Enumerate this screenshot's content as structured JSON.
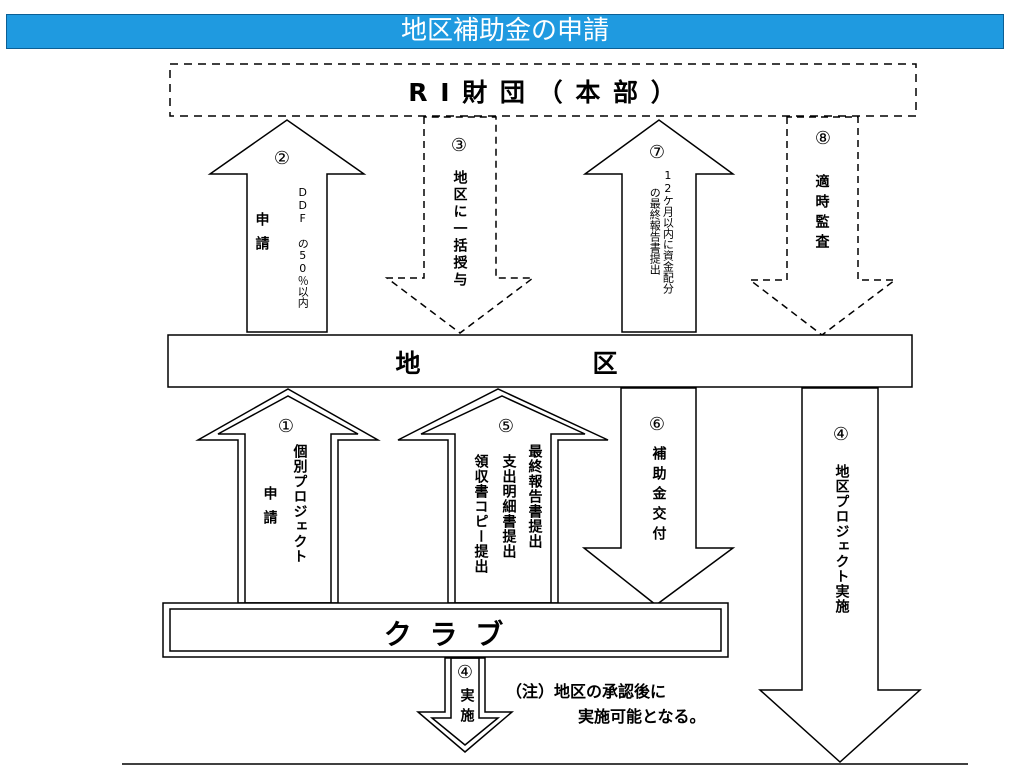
{
  "title": "地区補助金の申請",
  "boxes": {
    "ri": "R I 財 団 （ 本 部 ）",
    "district_left": "地",
    "district_right": "区",
    "club": "ク ラ ブ"
  },
  "arrows": {
    "a2": {
      "num": "②",
      "main": "申請",
      "sub": "DDF の50％以内"
    },
    "a3": {
      "num": "③",
      "main": "地区に一括授与"
    },
    "a7": {
      "num": "⑦",
      "sub": "12ケ月以内に資金配分の最終報告書提出"
    },
    "a8": {
      "num": "⑧",
      "main": "適時監査"
    },
    "a1": {
      "num": "①",
      "col1": "個別プロジェクト",
      "col2": "申請"
    },
    "a5": {
      "num": "⑤",
      "col1": "最終報告書提出",
      "col2": "支出明細書提出",
      "col3": "領収書コピー提出"
    },
    "a6": {
      "num": "⑥",
      "main": "補助金交付"
    },
    "a4r": {
      "num": "④",
      "main": "地区プロジェクト実施"
    },
    "a4b": {
      "num": "④",
      "main": "実施"
    }
  },
  "note": {
    "line1": "（注）地区の承認後に",
    "line2": "実施可能となる。"
  },
  "colors": {
    "title_bar": "#1f9ae0",
    "title_text": "#ffffff",
    "lines": "#000000"
  }
}
